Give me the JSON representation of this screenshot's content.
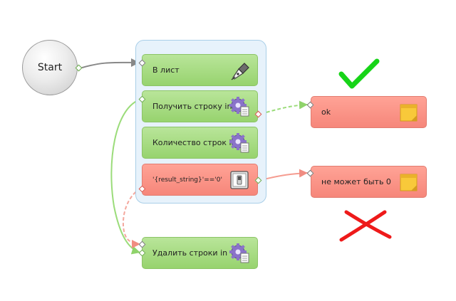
{
  "start": {
    "label": "Start"
  },
  "nodes": {
    "to_sheet": {
      "label": "В лист",
      "icon": "pen-nib-icon"
    },
    "get_row": {
      "label": "Получить строку in",
      "icon": "gear-document-icon"
    },
    "row_count": {
      "label": "Количество строк in",
      "icon": "gear-document-icon"
    },
    "condition": {
      "label": "'{result_string}'=='0'",
      "icon": "switch-icon"
    },
    "ok": {
      "label": "ok",
      "icon": "sticky-note-icon"
    },
    "error": {
      "label": "не может быть 0",
      "icon": "sticky-note-icon"
    },
    "delete_rows": {
      "label": "Удалить строки in",
      "icon": "gear-document-icon"
    }
  },
  "annotations": {
    "check_mark": "green-check-mark",
    "cross_mark": "red-cross-mark"
  },
  "colors": {
    "node_green": "#97d36e",
    "node_red": "#f6867a",
    "group_fill": "#e7f2fb",
    "check": "#17d418",
    "cross": "#ee1a1a"
  }
}
